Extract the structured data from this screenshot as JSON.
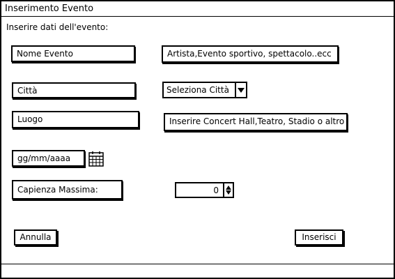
{
  "window": {
    "title": "Inserimento Evento"
  },
  "form": {
    "intro": "Inserire dati dell'evento:",
    "event_name_label": "Nome Evento",
    "event_name_hint": "Artista,Evento sportivo, spettacolo..ecc",
    "city_label": "Città",
    "city_select_value": "Seleziona Città",
    "place_label": "Luogo",
    "place_hint": "Inserire Concert Hall,Teatro, Stadio o altro",
    "date_placeholder": "gg/mm/aaaa",
    "capacity_label": "Capienza Massima:",
    "capacity_value": "0"
  },
  "buttons": {
    "cancel": "Annulla",
    "insert": "Inserisci"
  },
  "icons": {
    "date_picker": "calendar-icon",
    "dropdown": "chevron-down-icon",
    "stepper": "up-down-arrows-icon"
  }
}
